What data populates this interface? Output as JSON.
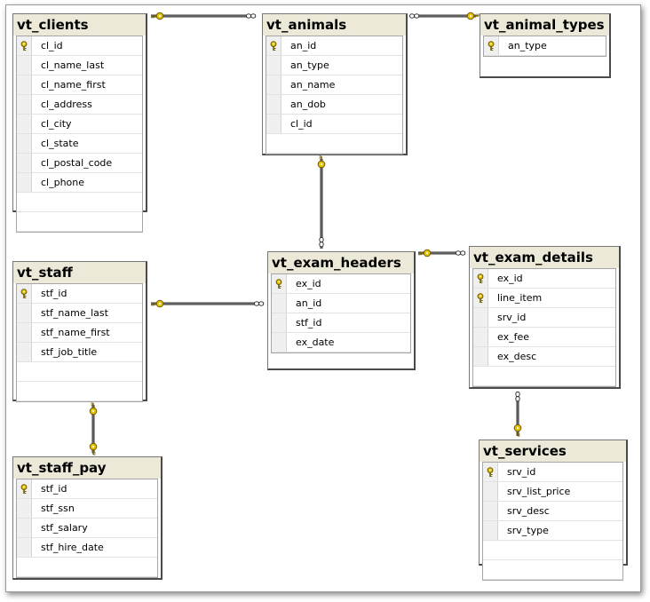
{
  "tables": [
    {
      "name": "vt_clients",
      "columns": [
        {
          "name": "cl_id",
          "pk": true
        },
        {
          "name": "cl_name_last",
          "pk": false
        },
        {
          "name": "cl_name_first",
          "pk": false
        },
        {
          "name": "cl_address",
          "pk": false
        },
        {
          "name": "cl_city",
          "pk": false
        },
        {
          "name": "cl_state",
          "pk": false
        },
        {
          "name": "cl_postal_code",
          "pk": false
        },
        {
          "name": "cl_phone",
          "pk": false
        }
      ]
    },
    {
      "name": "vt_animals",
      "columns": [
        {
          "name": "an_id",
          "pk": true
        },
        {
          "name": "an_type",
          "pk": false
        },
        {
          "name": "an_name",
          "pk": false
        },
        {
          "name": "an_dob",
          "pk": false
        },
        {
          "name": "cl_id",
          "pk": false
        }
      ]
    },
    {
      "name": "vt_animal_types",
      "columns": [
        {
          "name": "an_type",
          "pk": true
        }
      ]
    },
    {
      "name": "vt_staff",
      "columns": [
        {
          "name": "stf_id",
          "pk": true
        },
        {
          "name": "stf_name_last",
          "pk": false
        },
        {
          "name": "stf_name_first",
          "pk": false
        },
        {
          "name": "stf_job_title",
          "pk": false
        }
      ]
    },
    {
      "name": "vt_exam_headers",
      "columns": [
        {
          "name": "ex_id",
          "pk": true
        },
        {
          "name": "an_id",
          "pk": false
        },
        {
          "name": "stf_id",
          "pk": false
        },
        {
          "name": "ex_date",
          "pk": false
        }
      ]
    },
    {
      "name": "vt_exam_details",
      "columns": [
        {
          "name": "ex_id",
          "pk": true
        },
        {
          "name": "line_item",
          "pk": true
        },
        {
          "name": "srv_id",
          "pk": false
        },
        {
          "name": "ex_fee",
          "pk": false
        },
        {
          "name": "ex_desc",
          "pk": false
        }
      ]
    },
    {
      "name": "vt_staff_pay",
      "columns": [
        {
          "name": "stf_id",
          "pk": true
        },
        {
          "name": "stf_ssn",
          "pk": false
        },
        {
          "name": "stf_salary",
          "pk": false
        },
        {
          "name": "stf_hire_date",
          "pk": false
        }
      ]
    },
    {
      "name": "vt_services",
      "columns": [
        {
          "name": "srv_id",
          "pk": true
        },
        {
          "name": "srv_list_price",
          "pk": false
        },
        {
          "name": "srv_desc",
          "pk": false
        },
        {
          "name": "srv_type",
          "pk": false
        }
      ]
    }
  ],
  "relationships": [
    {
      "one": "vt_clients",
      "many": "vt_animals"
    },
    {
      "one": "vt_animal_types",
      "many": "vt_animals"
    },
    {
      "one": "vt_animals",
      "many": "vt_exam_headers"
    },
    {
      "one": "vt_staff",
      "many": "vt_exam_headers"
    },
    {
      "one": "vt_exam_headers",
      "many": "vt_exam_details"
    },
    {
      "one": "vt_services",
      "many": "vt_exam_details"
    },
    {
      "one": "vt_staff",
      "many": "vt_staff_pay"
    }
  ],
  "icons": {
    "primary_key": "key-icon",
    "one_end": "key-end-icon",
    "many_end": "infinity-end-icon"
  },
  "colors": {
    "title_bar": "#ece9d8",
    "link_line": "#4a4a4a",
    "key_icon": "#e8c200"
  }
}
